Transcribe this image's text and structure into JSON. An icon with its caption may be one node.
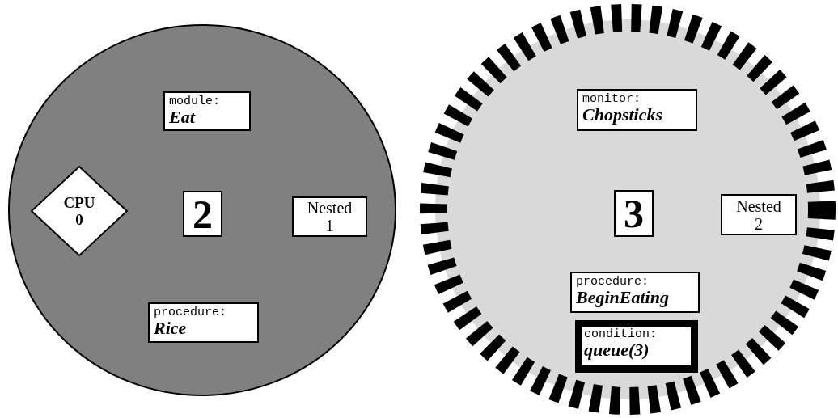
{
  "diagram": {
    "nodes": [
      {
        "text": [],
        "shape": "circle"
      },
      {
        "text": [
          "module:",
          "Eat"
        ],
        "in": 0
      },
      {
        "text": [
          "CPU 0"
        ],
        "in": 0
      },
      {
        "text": [
          "2"
        ],
        "in": 0
      },
      {
        "text": [
          "Nested 1"
        ],
        "in": 0
      },
      {
        "text": [
          "procedure:",
          "Rice"
        ],
        "in": 0
      },
      {
        "text": [],
        "shape": "circle"
      },
      {
        "text": [
          "monitor:",
          "Chopsticks"
        ],
        "in": 6
      },
      {
        "text": [
          "3"
        ],
        "in": 6
      },
      {
        "text": [
          "Nested 2"
        ],
        "in": 6
      },
      {
        "text": [
          "procedure:",
          "BeginEating"
        ],
        "in": 6
      },
      {
        "text": [
          "condition:",
          "queue(3)"
        ],
        "in": 6
      }
    ]
  }
}
